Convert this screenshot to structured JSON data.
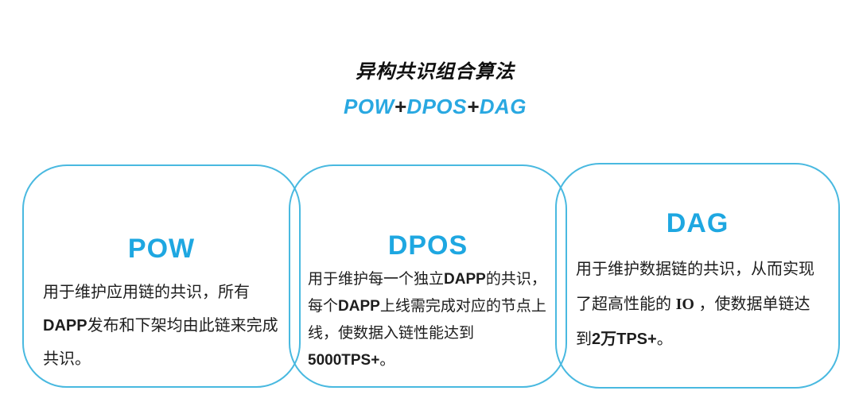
{
  "page": {
    "title": "异构共识组合算法"
  },
  "subtitle_parts": [
    {
      "t": "POW",
      "c": "blue"
    },
    {
      "t": "+",
      "c": "dark"
    },
    {
      "t": "DPOS",
      "c": "blue"
    },
    {
      "t": "+",
      "c": "dark"
    },
    {
      "t": "DAG",
      "c": "blue"
    }
  ],
  "colors": {
    "accent_blue": "#1ea7e1",
    "border_blue": "#49b9e0",
    "title_black": "#101010",
    "body_text": "#1d1d1d"
  },
  "cards": [
    {
      "id": "pow",
      "heading": "POW",
      "body": [
        {
          "t": "用于维护应用链的共识，所有",
          "b": false
        },
        {
          "t": "DAPP",
          "b": true
        },
        {
          "t": "发布和下架均由此链来完成共识。",
          "b": false
        }
      ]
    },
    {
      "id": "dpos",
      "heading": "DPOS",
      "body": [
        {
          "t": "用于维护每一个独立",
          "b": false
        },
        {
          "t": "DAPP",
          "b": true
        },
        {
          "t": "的共识，每个",
          "b": false
        },
        {
          "t": "DAPP",
          "b": true
        },
        {
          "t": "上线需完成对应的节点上线，使数据入链性能达到",
          "b": false
        },
        {
          "t": "5000TPS+",
          "b": true
        },
        {
          "t": "。",
          "b": false
        }
      ]
    },
    {
      "id": "dag",
      "heading": "DAG",
      "body": [
        {
          "t": "用于维护数据链的共识，从而实现了超高性能的 ",
          "b": false
        },
        {
          "t": "IO",
          "b": true,
          "serif": true
        },
        {
          "t": " ，使数据单链达到",
          "b": false
        },
        {
          "t": "2万",
          "b": true
        },
        {
          "t": "TPS+",
          "b": true
        },
        {
          "t": "。",
          "b": false
        }
      ]
    }
  ]
}
